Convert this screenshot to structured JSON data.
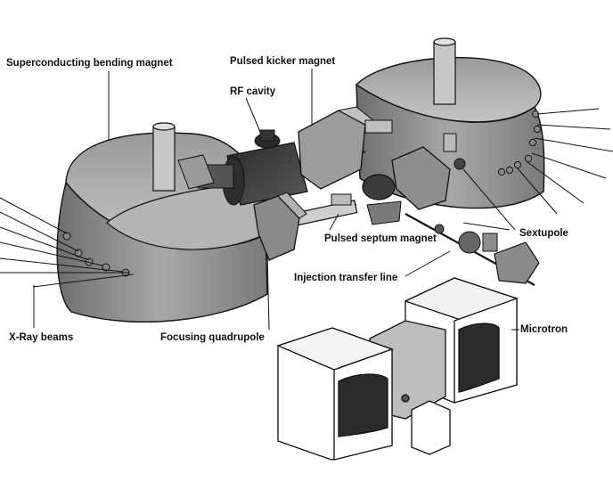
{
  "labels": {
    "superconducting_bending_magnet": "Superconducting bending magnet",
    "pulsed_kicker_magnet": "Pulsed kicker magnet",
    "rf_cavity": "RF cavity",
    "pulsed_septum_magnet": "Pulsed septum magnet",
    "sextupole": "Sextupole",
    "injection_transfer_line": "Injection transfer line",
    "microtron": "Microtron",
    "focusing_quadrupole": "Focusing quadrupole",
    "xray_beams": "X-Ray beams"
  },
  "colors": {
    "dark_shade": "#3a3a3a",
    "mid_shade": "#8c8c8c",
    "light_shade": "#c9c9c9",
    "outline": "#111111"
  }
}
